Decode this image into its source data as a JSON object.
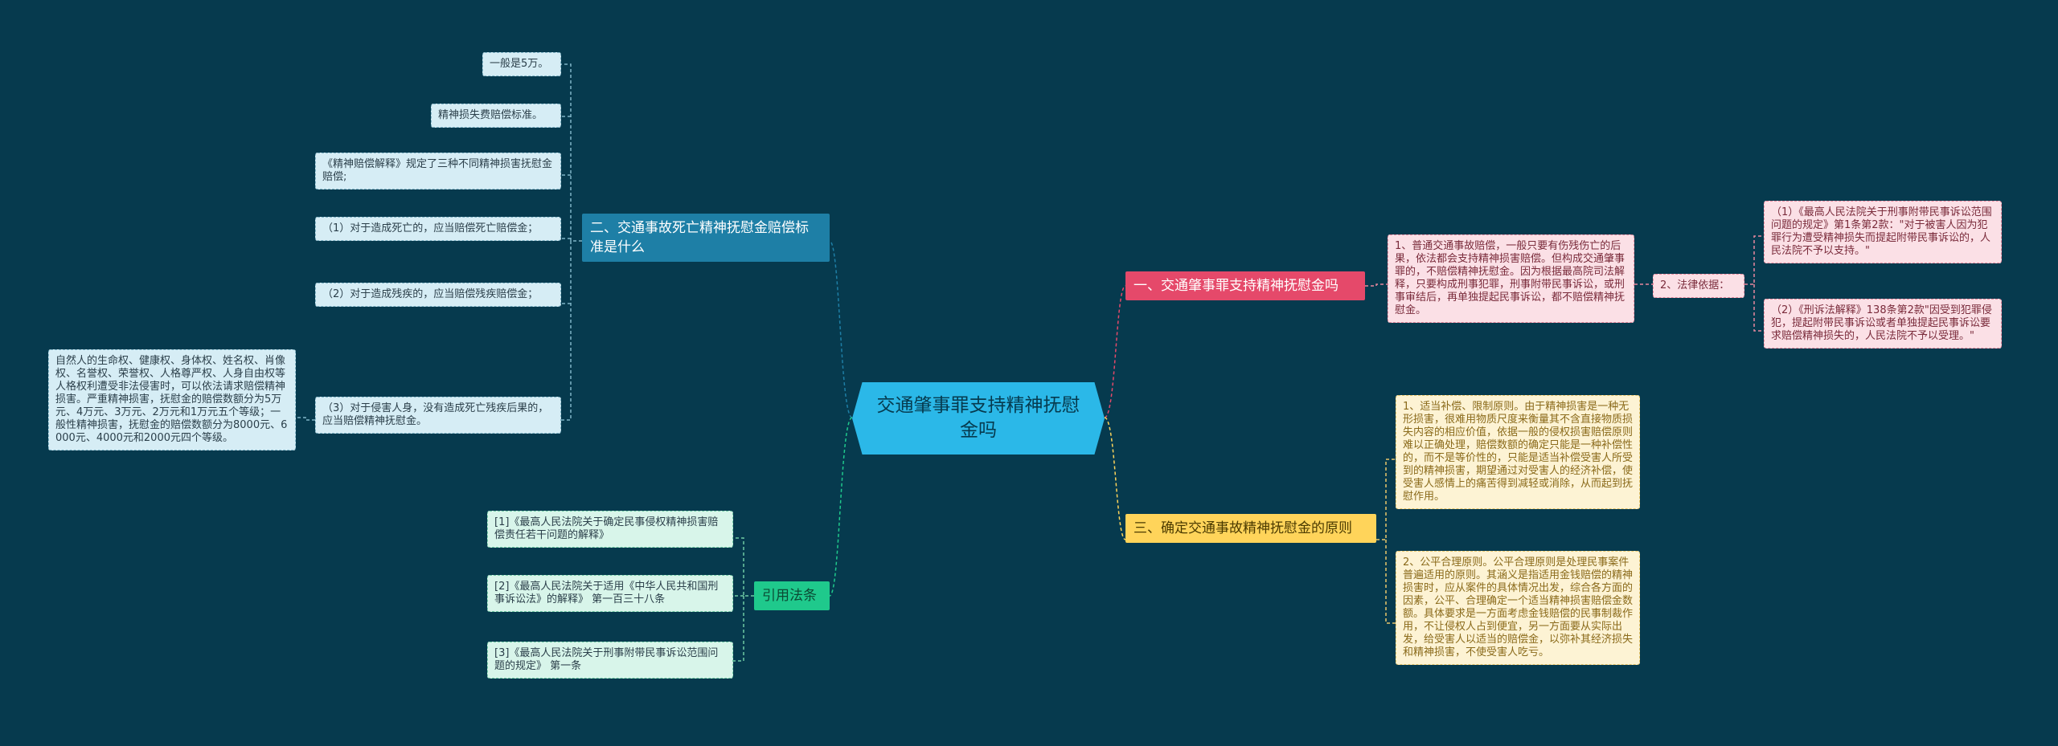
{
  "root": "交通肇事罪支持精神抚慰金吗",
  "branches": {
    "b2": {
      "title": "二、交通事故死亡精神抚慰金赔偿标准是什么",
      "items": [
        "一般是5万。",
        "精神损失费赔偿标准。",
        "《精神赔偿解释》规定了三种不同精神损害抚慰金赔偿;",
        "（1）对于造成死亡的，应当赔偿死亡赔偿金；",
        "（2）对于造成残疾的，应当赔偿残疾赔偿金；",
        "（3）对于侵害人身，没有造成死亡残疾后果的，应当赔偿精神抚慰金。"
      ],
      "sub": "自然人的生命权、健康权、身体权、姓名权、肖像权、名誉权、荣誉权、人格尊严权、人身自由权等人格权利遭受非法侵害时，可以依法请求赔偿精神损害。严重精神损害，抚慰金的赔偿数额分为5万元、4万元、3万元、2万元和1万元五个等级；一般性精神损害，抚慰金的赔偿数额分为8000元、6000元、4000元和2000元四个等级。"
    },
    "b_cite": {
      "title": "引用法条",
      "items": [
        "[1]《最高人民法院关于确定民事侵权精神损害赔偿责任若干问题的解释》",
        "[2]《最高人民法院关于适用《中华人民共和国刑事诉讼法》的解释》 第一百三十八条",
        "[3]《最高人民法院关于刑事附带民事诉讼范围问题的规定》 第一条"
      ]
    },
    "b1": {
      "title": "一、交通肇事罪支持精神抚慰金吗",
      "item": "1、普通交通事故赔偿，一般只要有伤残伤亡的后果，依法都会支持精神损害赔偿。但构成交通肇事罪的，不赔偿精神抚慰金。因为根据最高院司法解释，只要构成刑事犯罪，刑事附带民事诉讼，或刑事审结后，再单独提起民事诉讼，都不赔偿精神抚慰金。",
      "law_label": "2、法律依据：",
      "laws": [
        "（1）《最高人民法院关于刑事附带民事诉讼范围问题的规定》第1条第2款：\"对于被害人因为犯罪行为遭受精神损失而提起附带民事诉讼的，人民法院不予以支持。\"",
        "（2）《刑诉法解释》138条第2款\"因受到犯罪侵犯，提起附带民事诉讼或者单独提起民事诉讼要求赔偿精神损失的，人民法院不予以受理。\""
      ]
    },
    "b3": {
      "title": "三、确定交通事故精神抚慰金的原则",
      "items": [
        "1、适当补偿、限制原则。由于精神损害是一种无形损害，很难用物质尺度来衡量其不含直接物质损失内容的相应价值，依据一般的侵权损害赔偿原则难以正确处理，赔偿数额的确定只能是一种补偿性的，而不是等价性的，只能是适当补偿受害人所受到的精神损害，期望通过对受害人的经济补偿，使受害人感情上的痛苦得到减轻或消除，从而起到抚慰作用。",
        "2、公平合理原则。公平合理原则是处理民事案件普遍适用的原则。其涵义是指适用金钱赔偿的精神损害时，应从案件的具体情况出发，综合各方面的因素，公平、合理确定一个适当精神损害赔偿金数额。具体要求是一方面考虑金钱赔偿的民事制裁作用，不让侵权人占到便宜，另一方面要从实际出发，给受害人以适当的赔偿金，以弥补其经济损失和精神损害，不使受害人吃亏。"
      ]
    }
  },
  "colors": {
    "background": "#063a4e",
    "root": "#2bb8e8",
    "blue": "#1e7fa6",
    "red": "#e5496a",
    "yellow": "#ffd45a",
    "green": "#1fc98c"
  }
}
